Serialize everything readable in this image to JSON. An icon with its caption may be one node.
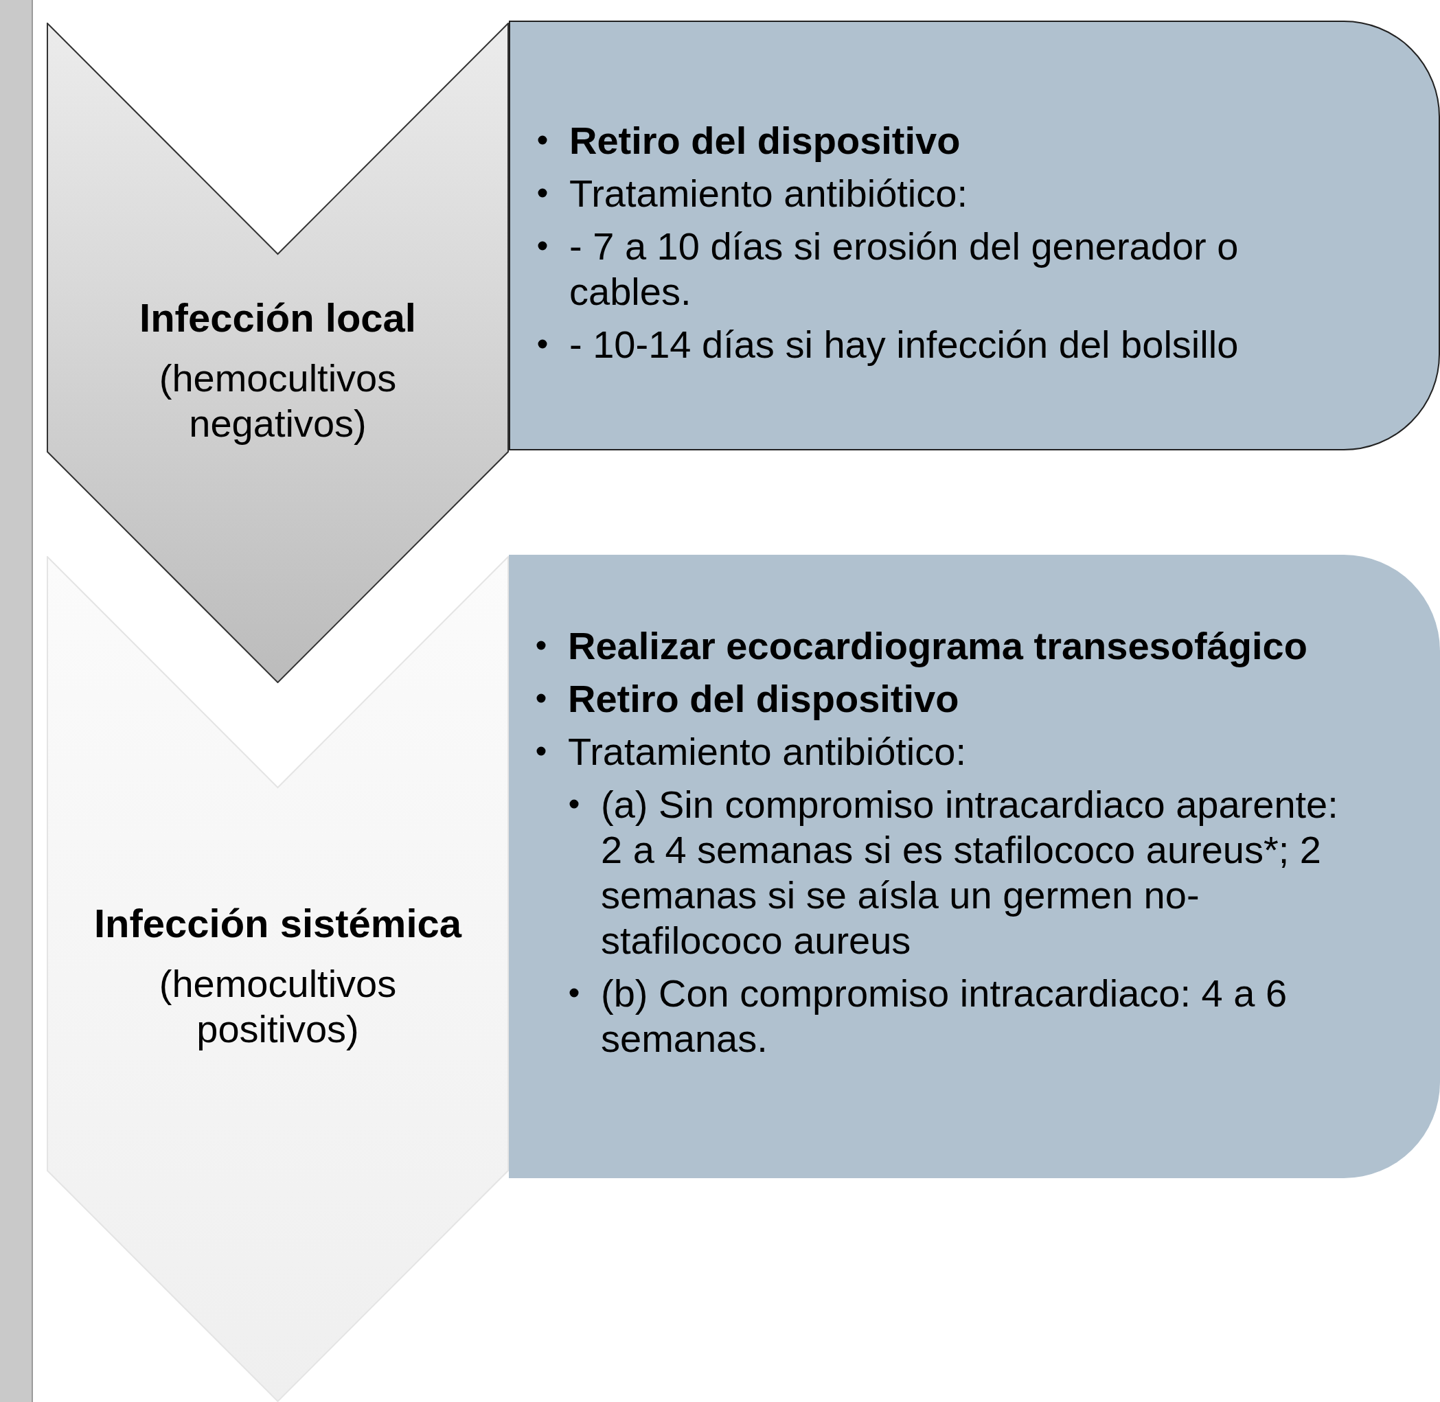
{
  "diagram": {
    "nodes": [
      {
        "text": [],
        "shape": "bar"
      },
      {
        "text": [
          "Infección local",
          "(hemocultivos negativos)"
        ]
      },
      {
        "text": [
          "Retiro del dispositivo",
          "Tratamiento antibiótico:",
          "- 7 a 10 días si erosión del generador o cables.",
          "- 10-14 días si hay infección del bolsillo"
        ]
      },
      {
        "text": [
          "Infección sistémica",
          "(hemocultivos positivos)"
        ]
      },
      {
        "text": [
          "Realizar ecocardiograma transesofágico",
          "Retiro del dispositivo",
          "Tratamiento antibiótico:",
          "(a) Sin compromiso intracardiaco aparente: 2 a 4 semanas si es stafilococo aureus*; 2 semanas si se aísla un germen no- stafilococo aureus",
          "(b) Con compromiso intracardiaco: 4 a 6 semanas."
        ]
      }
    ],
    "edges": []
  }
}
